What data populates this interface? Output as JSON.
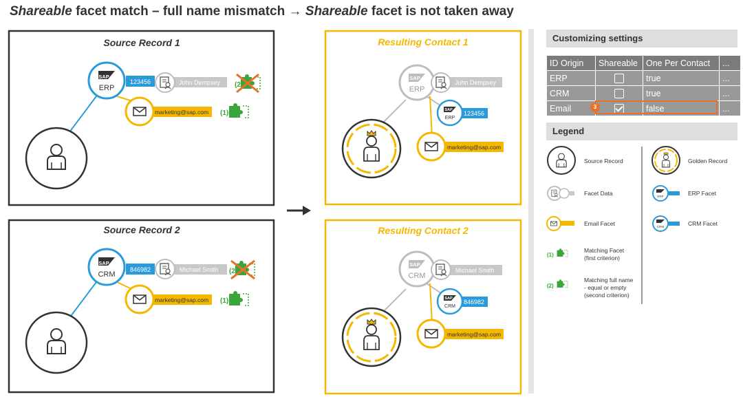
{
  "title": {
    "part1_italic": "Shareable",
    "part1_rest": " facet match – full name mismatch ",
    "arrow": "→",
    "part2_italic": "Shareable",
    "part2_rest": " facet is not taken away"
  },
  "source1": {
    "title": "Source Record 1",
    "system": "ERP",
    "id": "123456",
    "name": "John Dempsey",
    "email": "marketing@sap.com",
    "crit2": "(2)",
    "crit1": "(1)"
  },
  "source2": {
    "title": "Source Record 2",
    "system": "CRM",
    "id": "846982",
    "name": "Michael Smith",
    "email": "marketing@sap.com",
    "crit2": "(2)",
    "crit1": "(1)"
  },
  "result1": {
    "title": "Resulting Contact 1",
    "system": "ERP",
    "name": "John Dempsey",
    "facet_system": "ERP",
    "facet_id": "123456",
    "email": "marketing@sap.com"
  },
  "result2": {
    "title": "Resulting Contact 2",
    "system": "CRM",
    "name": "Michael Smith",
    "facet_system": "CRM",
    "facet_id": "846982",
    "email": "marketing@sap.com"
  },
  "sap_logo": "SAP",
  "customizing": {
    "header": "Customizing settings",
    "columns": [
      "ID Origin",
      "Shareable",
      "One Per Contact",
      "..."
    ],
    "rows": [
      {
        "origin": "ERP",
        "shareable": false,
        "one_per_contact": "true",
        "more": "..."
      },
      {
        "origin": "CRM",
        "shareable": false,
        "one_per_contact": "true",
        "more": "..."
      },
      {
        "origin": "Email",
        "shareable": true,
        "one_per_contact": "false",
        "more": "..."
      }
    ],
    "badge": "3"
  },
  "legend": {
    "header": "Legend",
    "source_record": "Source Record",
    "facet_data": "Facet Data",
    "email_facet": "Email Facet",
    "matching_facet_num": "(1)",
    "matching_facet": [
      "Matching Facet",
      "(first criterion)"
    ],
    "matching_name_num": "(2)",
    "matching_name": [
      "Matching full name",
      "- equal or empty",
      "(second criterion)"
    ],
    "golden_record": "Golden Record",
    "erp_facet": "ERP Facet",
    "erp_label": "ERP",
    "crm_facet": "CRM Facet",
    "crm_label": "CRM"
  },
  "colors": {
    "blue": "#2a9ad8",
    "yellow": "#f5b800",
    "green": "#3aa63a",
    "orange": "#e8722a",
    "grey": "#bdbdbd",
    "dark": "#333333"
  },
  "icons": [
    "person-icon",
    "crown-person-icon",
    "mail-icon",
    "contact-card-icon",
    "puzzle-icon",
    "cross-icon",
    "arrow-right-icon",
    "sap-logo-icon"
  ]
}
